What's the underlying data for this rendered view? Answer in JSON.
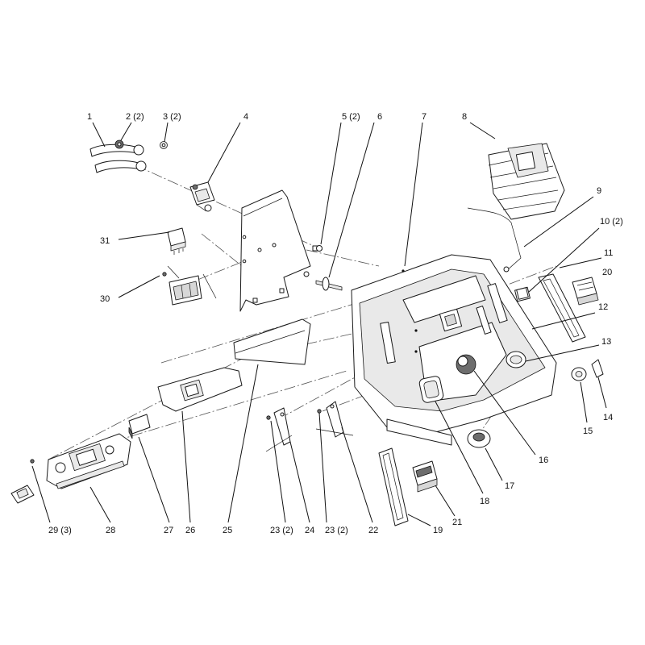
{
  "diagram": {
    "parts": [
      {
        "id": "1",
        "label": "1"
      },
      {
        "id": "2",
        "label": "2 (2)"
      },
      {
        "id": "3",
        "label": "3 (2)"
      },
      {
        "id": "4",
        "label": "4"
      },
      {
        "id": "5",
        "label": "5 (2)"
      },
      {
        "id": "6",
        "label": "6"
      },
      {
        "id": "7",
        "label": "7"
      },
      {
        "id": "8",
        "label": "8"
      },
      {
        "id": "9",
        "label": "9"
      },
      {
        "id": "10",
        "label": "10 (2)"
      },
      {
        "id": "11",
        "label": "11"
      },
      {
        "id": "20",
        "label": "20"
      },
      {
        "id": "12",
        "label": "12"
      },
      {
        "id": "13",
        "label": "13"
      },
      {
        "id": "14",
        "label": "14"
      },
      {
        "id": "15",
        "label": "15"
      },
      {
        "id": "16",
        "label": "16"
      },
      {
        "id": "17",
        "label": "17"
      },
      {
        "id": "18",
        "label": "18"
      },
      {
        "id": "19",
        "label": "19"
      },
      {
        "id": "21",
        "label": "21"
      },
      {
        "id": "22",
        "label": "22"
      },
      {
        "id": "23b",
        "label": "23 (2)"
      },
      {
        "id": "23a",
        "label": "23 (2)"
      },
      {
        "id": "24",
        "label": "24"
      },
      {
        "id": "25",
        "label": "25"
      },
      {
        "id": "26",
        "label": "26"
      },
      {
        "id": "27",
        "label": "27"
      },
      {
        "id": "28",
        "label": "28"
      },
      {
        "id": "29",
        "label": "29 (3)"
      },
      {
        "id": "30",
        "label": "30"
      },
      {
        "id": "31",
        "label": "31"
      }
    ]
  }
}
